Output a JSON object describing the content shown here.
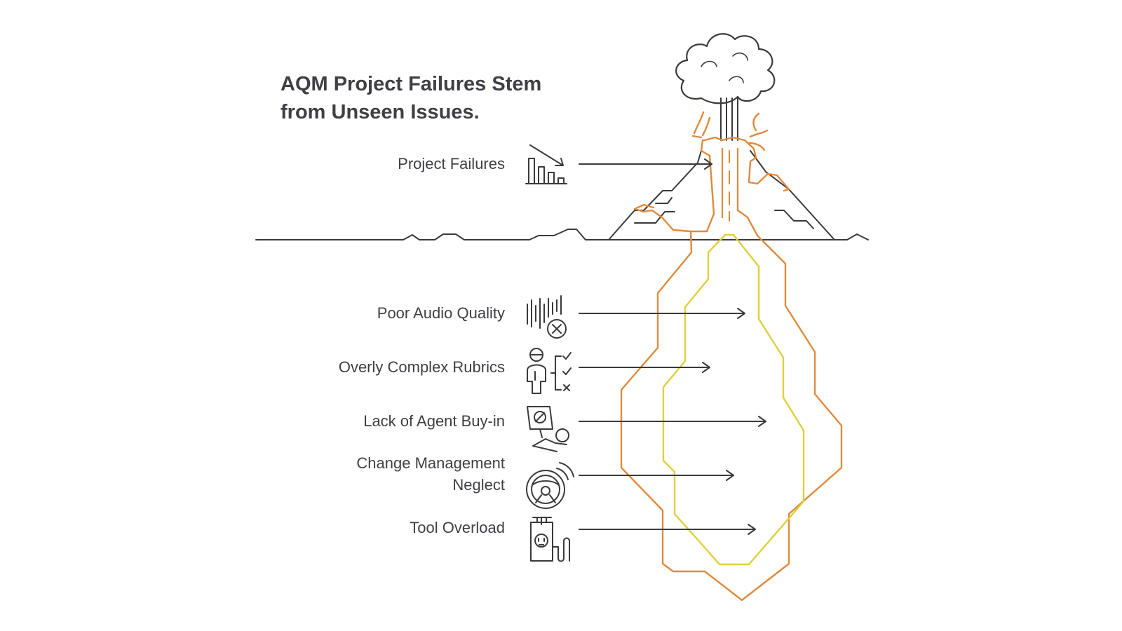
{
  "title_line1": "AQM Project Failures Stem",
  "title_line2": "from Unseen Issues.",
  "surface_item": {
    "label": "Project Failures",
    "icon": "declining-bar-chart-icon"
  },
  "hidden_items": [
    {
      "label": "Poor Audio Quality",
      "icon": "audio-wave-error-icon"
    },
    {
      "label": "Overly Complex Rubrics",
      "icon": "person-checklist-icon"
    },
    {
      "label": "Lack of Agent Buy-in",
      "icon": "agent-prohibited-sign-icon"
    },
    {
      "label_line1": "Change Management",
      "label_line2": "Neglect",
      "icon": "steering-wheel-icon"
    },
    {
      "label": "Tool Overload",
      "icon": "unplugged-tool-icon"
    }
  ],
  "colors": {
    "text": "#3f3f46",
    "line": "#3a3a3a",
    "lava_outer": "#e08a3c",
    "lava_inner": "#e0cf3a"
  }
}
